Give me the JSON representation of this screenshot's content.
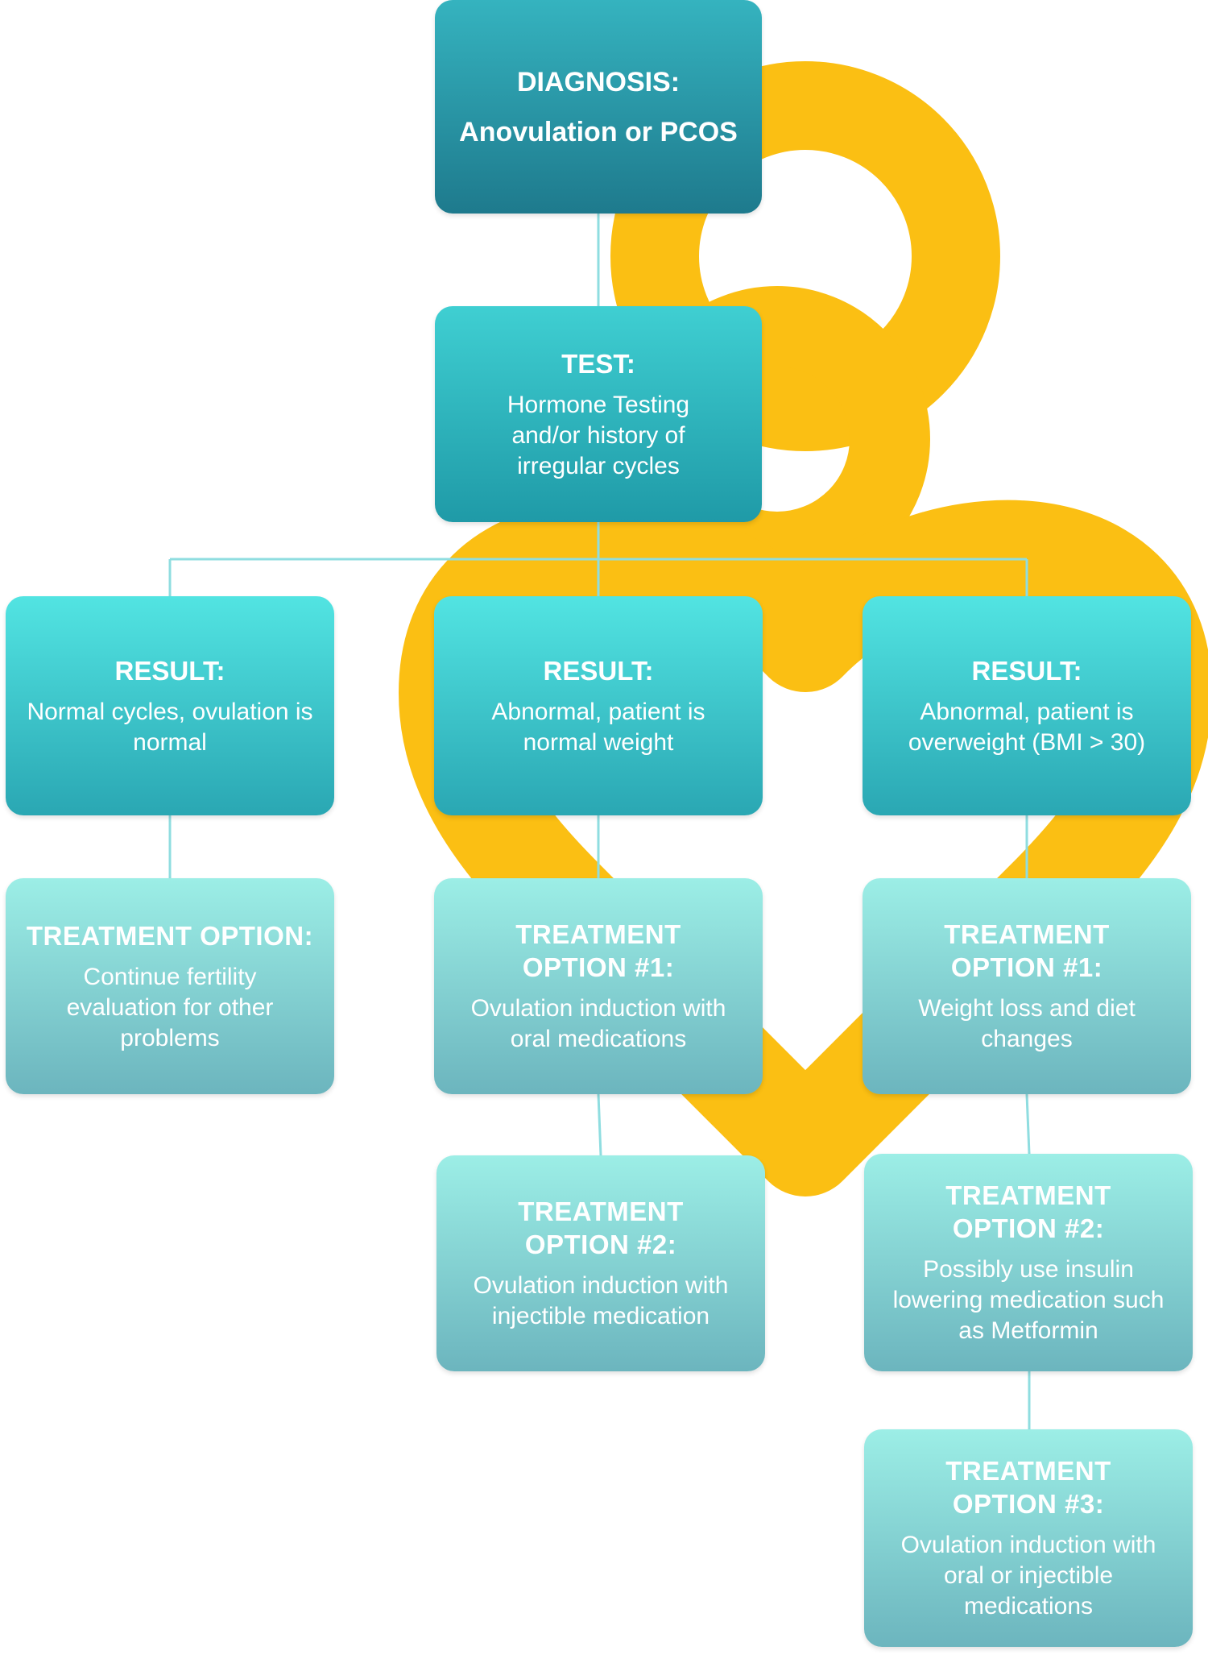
{
  "colors": {
    "logo": "#fbbf13",
    "connector": "#8fdde0",
    "diagnosis": "#2a97a8",
    "test": "#33b9c1",
    "result": "#40cfd3",
    "treatment": "#86d8d6"
  },
  "diagnosis": {
    "head": "DIAGNOSIS:",
    "body": "Anovulation or PCOS"
  },
  "test": {
    "head": "TEST:",
    "body": "Hormone Testing and/or history of irregular cycles"
  },
  "results": [
    {
      "head": "RESULT:",
      "body": "Normal cycles, ovulation is normal"
    },
    {
      "head": "RESULT:",
      "body": "Abnormal, patient is normal weight"
    },
    {
      "head": "RESULT:",
      "body": "Abnormal, patient is overweight (BMI > 30)"
    }
  ],
  "treatments": {
    "left": {
      "head": "TREATMENT OPTION:",
      "body": "Continue fertility evaluation for other problems"
    },
    "middle_1": {
      "head": "TREATMENT OPTION #1:",
      "body": "Ovulation induction  with oral medications"
    },
    "middle_2": {
      "head": "TREATMENT OPTION #2:",
      "body": "Ovulation induction with injectible medication"
    },
    "right_1": {
      "head": "TREATMENT OPTION #1:",
      "body": "Weight loss and diet changes"
    },
    "right_2": {
      "head": "TREATMENT OPTION #2:",
      "body": "Possibly use insulin lowering medication such as Metformin"
    },
    "right_3": {
      "head": "TREATMENT OPTION #3:",
      "body": "Ovulation induction with oral or injectible medications"
    }
  }
}
